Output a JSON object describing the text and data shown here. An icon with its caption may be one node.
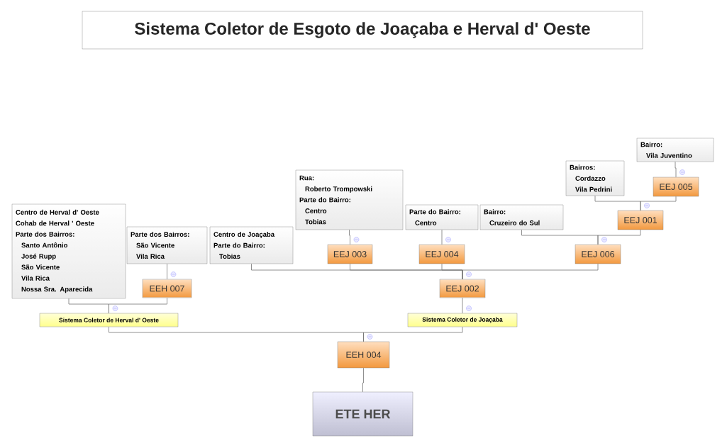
{
  "diagram": {
    "title": "Sistema Coletor de Esgoto de Joaçaba e Herval d' Oeste",
    "nodes": [
      {
        "text": [
          "Bairro:",
          "Vila Juventino"
        ]
      },
      {
        "text": [
          "Bairros:",
          "Cordazzo",
          "Vila Pedrini"
        ]
      },
      {
        "text": [
          "EEJ 005"
        ]
      },
      {
        "text": [
          "Rua:",
          "Roberto Trompowski",
          "Parte do Bairro:",
          "Centro",
          "Tobias"
        ]
      },
      {
        "text": [
          "EEJ 001"
        ]
      },
      {
        "text": [
          "Centro de Herval d' Oeste",
          "Cohab de Herval ' Oeste",
          "Parte dos Bairros:",
          "Santo Antônio",
          "José Rupp",
          "São Vicente",
          "Vila Rica",
          "Nossa Sra. Aparecida"
        ]
      },
      {
        "text": [
          "Parte dos Bairros:",
          "São Vicente",
          "Vila Rica"
        ]
      },
      {
        "text": [
          "Centro de Joaçaba",
          "Parte do Bairro:",
          "Tobias"
        ]
      },
      {
        "text": [
          "Parte do Bairro:",
          "Centro"
        ]
      },
      {
        "text": [
          "Bairro:",
          "Cruzeiro do Sul"
        ]
      },
      {
        "text": [
          "EEJ 003"
        ]
      },
      {
        "text": [
          "EEJ 004"
        ]
      },
      {
        "text": [
          "EEJ 006"
        ]
      },
      {
        "text": [
          "EEH 007"
        ]
      },
      {
        "text": [
          "EEJ 002"
        ]
      },
      {
        "text": [
          "Sistema Coletor de Herval d' Oeste"
        ]
      },
      {
        "text": [
          "Sistema Coletor de Joaçaba"
        ]
      },
      {
        "text": [
          "EEH 004"
        ]
      },
      {
        "text": [
          "ETE HER"
        ]
      }
    ],
    "edges": [
      {
        "from": 0,
        "to": 2,
        "arrow": "none"
      },
      {
        "from": 1,
        "to": 4,
        "arrow": "none"
      },
      {
        "from": 2,
        "to": 4,
        "arrow": "none"
      },
      {
        "from": 3,
        "to": 10,
        "arrow": "none"
      },
      {
        "from": 4,
        "to": 12,
        "arrow": "none"
      },
      {
        "from": 9,
        "to": 12,
        "arrow": "none"
      },
      {
        "from": 5,
        "to": 15,
        "arrow": "none"
      },
      {
        "from": 6,
        "to": 13,
        "arrow": "none"
      },
      {
        "from": 13,
        "to": 15,
        "arrow": "none"
      },
      {
        "from": 7,
        "to": 14,
        "arrow": "none"
      },
      {
        "from": 10,
        "to": 14,
        "arrow": "none"
      },
      {
        "from": 11,
        "to": 14,
        "arrow": "none"
      },
      {
        "from": 12,
        "to": 14,
        "arrow": "none"
      },
      {
        "from": 8,
        "to": 11,
        "arrow": "none"
      },
      {
        "from": 14,
        "to": 16,
        "arrow": "none"
      },
      {
        "from": 15,
        "to": 17,
        "arrow": "none"
      },
      {
        "from": 16,
        "to": 17,
        "arrow": "none"
      },
      {
        "from": 17,
        "to": 18,
        "arrow": "none"
      }
    ]
  }
}
